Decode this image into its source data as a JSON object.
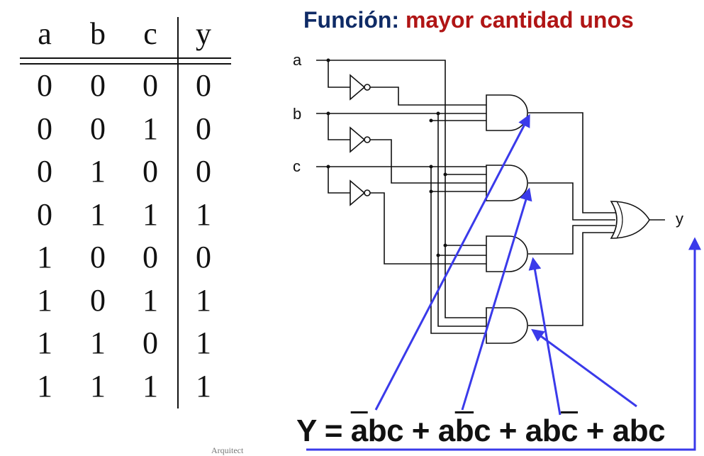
{
  "title": {
    "prefix": "Función:",
    "highlight": "mayor cantidad unos"
  },
  "truth_table": {
    "headers": [
      "a",
      "b",
      "c",
      "y"
    ],
    "rows": [
      [
        "0",
        "0",
        "0",
        "0"
      ],
      [
        "0",
        "0",
        "1",
        "0"
      ],
      [
        "0",
        "1",
        "0",
        "0"
      ],
      [
        "0",
        "1",
        "1",
        "1"
      ],
      [
        "1",
        "0",
        "0",
        "0"
      ],
      [
        "1",
        "0",
        "1",
        "1"
      ],
      [
        "1",
        "1",
        "0",
        "1"
      ],
      [
        "1",
        "1",
        "1",
        "1"
      ]
    ]
  },
  "circuit": {
    "inputs": [
      "a",
      "b",
      "c"
    ],
    "output": "y",
    "gates": [
      "NOT a",
      "NOT b",
      "NOT c",
      "AND 1",
      "AND 2",
      "AND 3",
      "AND 4",
      "OR"
    ]
  },
  "equation": {
    "lead": "Y = ",
    "terms": [
      {
        "over": "a",
        "rest": "bc"
      },
      {
        "pre": "a",
        "over": "b",
        "rest": "c"
      },
      {
        "pre": "ab",
        "over": "c",
        "rest": ""
      },
      {
        "pre": "abc",
        "over": "",
        "rest": ""
      }
    ],
    "plus": " + "
  },
  "footer": "Arquitect",
  "colors": {
    "title_blue": "#0f2b66",
    "title_red": "#b01515",
    "arrow": "#3a3aea",
    "wire": "#111111"
  }
}
